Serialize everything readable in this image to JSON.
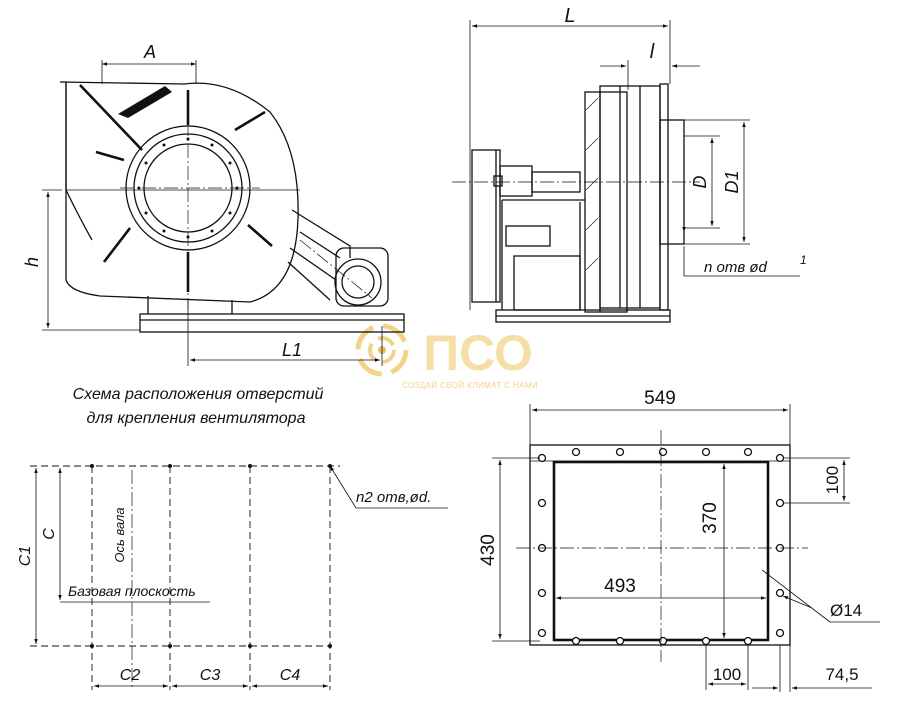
{
  "logo": {
    "brand": "ПСО",
    "tagline": "СОЗДАЙ СВОЙ КЛИМАТ С НАМИ",
    "colors": {
      "arc": "#f3d38c",
      "dot": "#ecc060",
      "text": "#f6dfa6"
    }
  },
  "side_view": {
    "dim_a": "A",
    "dim_h": "h",
    "dim_l1": "L1"
  },
  "front_view": {
    "dim_l": "L",
    "dim_l_small": "l",
    "dim_d": "D",
    "dim_d1": "D1",
    "holes_label": "n отв ød",
    "holes_sup": "1"
  },
  "mounting_scheme": {
    "title_line1": "Схема расположения отверстий",
    "title_line2": "для крепления вентилятора",
    "holes_label": "n2 отв,ød.",
    "shaft_axis": "Ось вала",
    "base_plane": "Базовая плоскость",
    "dim_c": "C",
    "dim_c1": "C1",
    "dim_c2": "C2",
    "dim_c3": "C3",
    "dim_c4": "C4"
  },
  "flange": {
    "width": "549",
    "height": "430",
    "inner_height": "370",
    "inner_width": "493",
    "hole_diameter": "Ø14",
    "hole_pitch_side": "100",
    "hole_pitch_bottom": "100",
    "edge_offset": "74,5"
  }
}
